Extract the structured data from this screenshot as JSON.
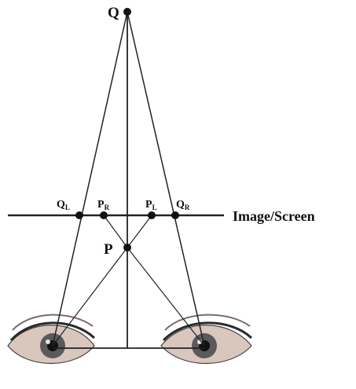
{
  "labels": {
    "q": "Q",
    "p": "P",
    "screen": "Image/Screen",
    "q_left_main": "Q",
    "q_left_sub": "L",
    "p_right_main": "P",
    "p_right_sub": "R",
    "p_left_main": "P",
    "p_left_sub": "L",
    "q_right_main": "Q",
    "q_right_sub": "R"
  },
  "colors": {
    "line": "#222222",
    "point": "#111111",
    "skin": "#d9c6bd",
    "iris": "#5a5a5a",
    "pupil": "#111111",
    "lash": "#2a2a2a"
  },
  "icons": {
    "left_eye": "eye-icon",
    "right_eye": "eye-icon"
  }
}
